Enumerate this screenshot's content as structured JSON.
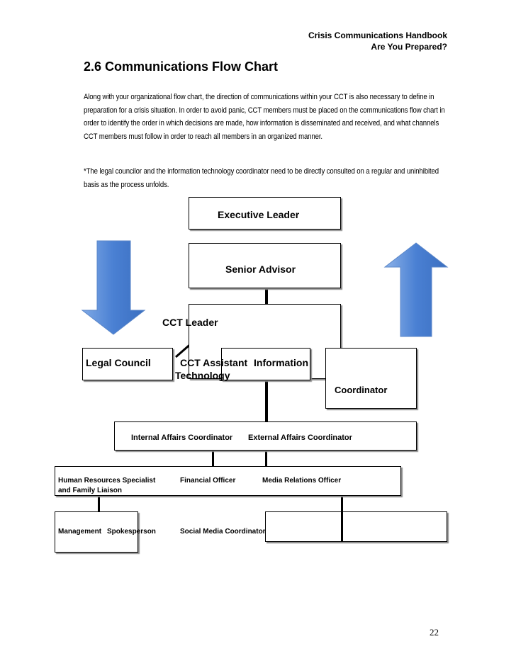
{
  "header": {
    "line1": "Crisis Communications Handbook",
    "line2": "Are You Prepared?"
  },
  "section_title": "2.6 Communications Flow Chart",
  "paragraph1": "Along with your organizational flow chart, the direction of communications within your CCT is also necessary to define in preparation for a crisis situation. In order to avoid panic, CCT members must be placed on the communications flow chart in order to identify the order in which decisions are made, how information is disseminated and received, and what channels CCT members must follow in order to reach all members in an organized manner.",
  "paragraph2": "*The legal councilor and the information technology coordinator need to be directly consulted on a regular and uninhibited basis as the process unfolds.",
  "chart": {
    "executive_leader": "Executive Leader",
    "senior_advisor": "Senior Advisor",
    "cct_leader": "CCT Leader",
    "legal_council": "Legal Council",
    "cct_assistant": "CCT Assistant",
    "information": "Information",
    "technology": "Technology",
    "coordinator": "Coordinator",
    "internal_affairs": "Internal Affairs Coordinator",
    "external_affairs": "External Affairs Coordinator",
    "hr_specialist_line1": "Human Resources Specialist",
    "hr_specialist_line2": "and Family Liaison",
    "financial_officer": "Financial Officer",
    "media_relations": "Media Relations Officer",
    "management": "Management",
    "spokesperson": "Spokesperson",
    "social_media": "Social Media Coordinator",
    "arrow_down_color": "#4f86d6",
    "arrow_up_color": "#4f86d6"
  },
  "page_number": "22"
}
